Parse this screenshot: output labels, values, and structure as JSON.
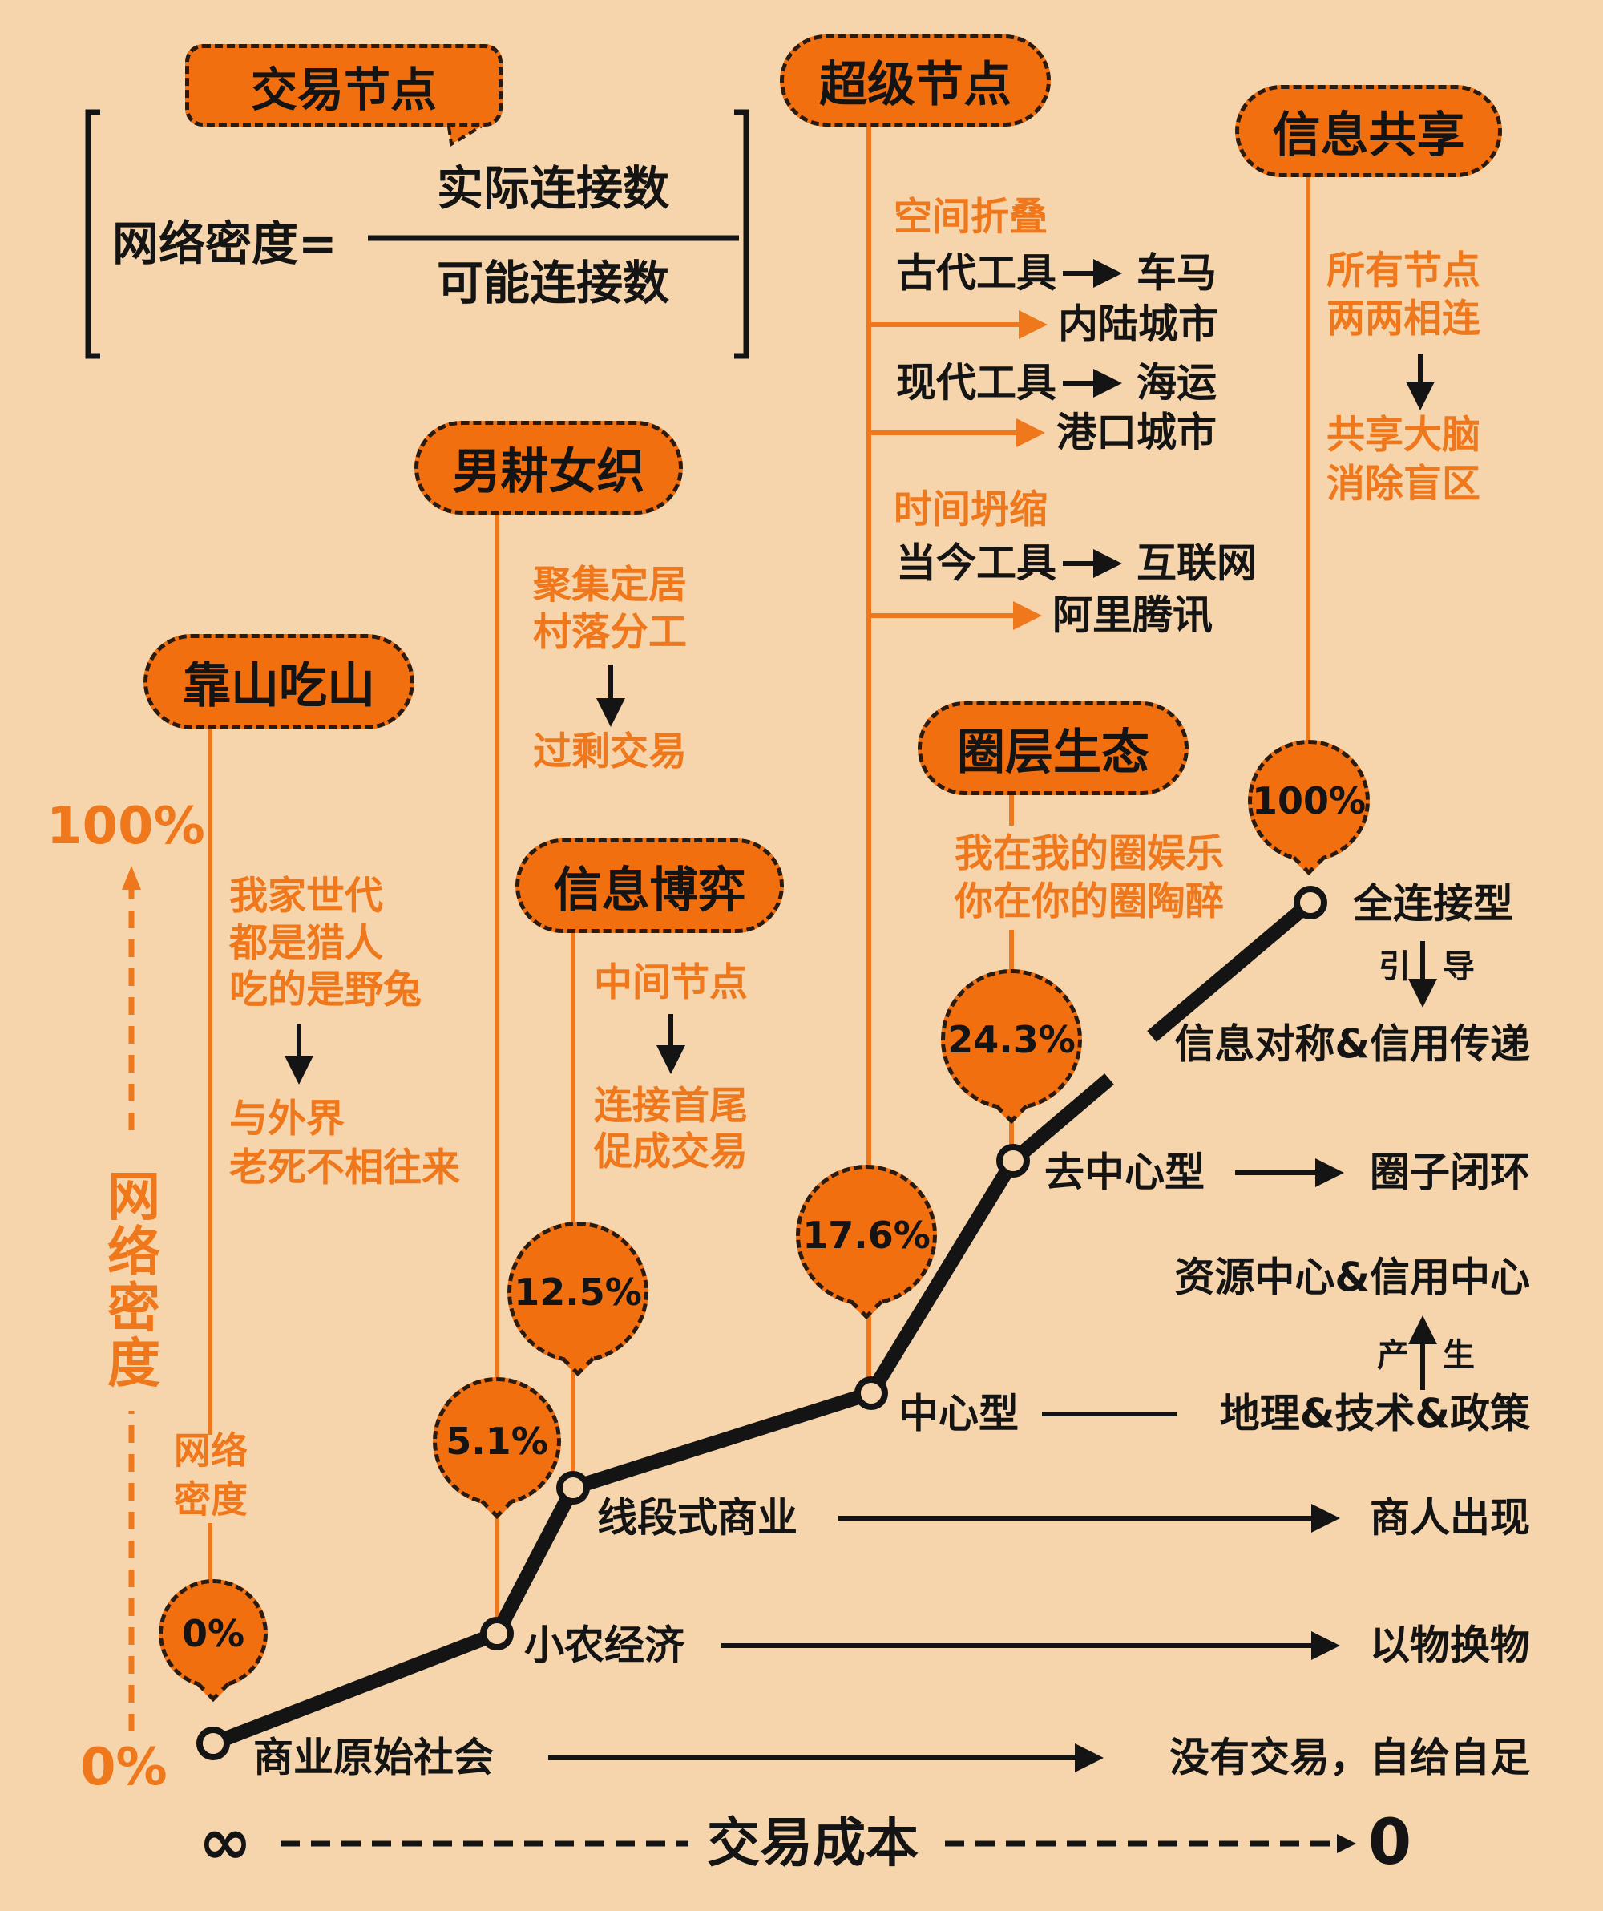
{
  "formula": {
    "tag": "交易节点",
    "lhs": "网络密度=",
    "numerator": "实际连接数",
    "denominator": "可能连接数"
  },
  "axis": {
    "y_top": "100%",
    "y_bottom": "0%",
    "y_label": "网络密度",
    "x_left": "∞",
    "x_label": "交易成本",
    "x_right": "0"
  },
  "stages": {
    "s0": {
      "title": "靠山吃山",
      "pct": "0%",
      "note": [
        "我家世代",
        "都是猎人",
        "吃的是野兔"
      ],
      "note_result": [
        "与外界",
        "老死不相往来"
      ],
      "stem_label": [
        "网络",
        "密度"
      ]
    },
    "s1": {
      "title": "男耕女织",
      "pct": "5.1%",
      "note": [
        "聚集定居",
        "村落分工"
      ],
      "note_result": [
        "过剩交易"
      ]
    },
    "s2": {
      "title": "信息博弈",
      "pct": "12.5%",
      "note": [
        "中间节点"
      ],
      "note_result": [
        "连接首尾",
        "促成交易"
      ]
    },
    "s3": {
      "title": "超级节点",
      "pct": "17.6%",
      "space_title": "空间折叠",
      "ancient_tool": "古代工具",
      "ancient_result": "车马",
      "ancient_city": "内陆城市",
      "modern_tool": "现代工具",
      "modern_result": "海运",
      "modern_city": "港口城市",
      "time_title": "时间坍缩",
      "today_tool": "当今工具",
      "today_result": "互联网",
      "today_company": "阿里腾讯"
    },
    "s4": {
      "title": "圈层生态",
      "pct": "24.3%",
      "note": [
        "我在我的圈娱乐",
        "你在你的圈陶醉"
      ]
    },
    "s5": {
      "title": "信息共享",
      "pct": "100%",
      "note": [
        "所有节点",
        "两两相连"
      ],
      "note_result": [
        "共享大脑",
        "消除盲区"
      ]
    }
  },
  "path": {
    "n0": {
      "label": "商业原始社会",
      "result": "没有交易，自给自足"
    },
    "n1": {
      "label": "小农经济",
      "result": "以物换物"
    },
    "n2": {
      "label": "线段式商业",
      "result": "商人出现"
    },
    "n3": {
      "label": "中心型",
      "result": "地理&技术&政策",
      "produce": [
        "产",
        "生"
      ],
      "produced": "资源中心&信用中心"
    },
    "n4": {
      "label": "去中心型",
      "result": "圈子闭环"
    },
    "n5": {
      "label": "全连接型",
      "guide": [
        "引",
        "导"
      ],
      "guided": "信息对称&信用传递"
    }
  },
  "colors": {
    "background": "#F6D5AC",
    "accent": "#F26F10",
    "accent_text": "#F0781C",
    "ink": "#141414"
  }
}
